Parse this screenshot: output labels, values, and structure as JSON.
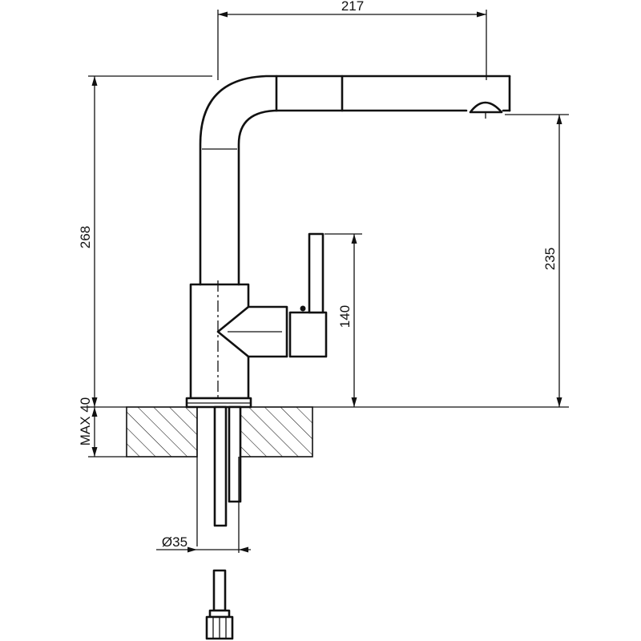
{
  "dimensions": {
    "spout_reach": "217",
    "total_height": "268",
    "spout_height": "235",
    "lever_height": "140",
    "max_counter_thickness": "MAX 40",
    "hole_diameter": "Ø35"
  },
  "colors": {
    "line": "#111111",
    "background": "#ffffff"
  }
}
